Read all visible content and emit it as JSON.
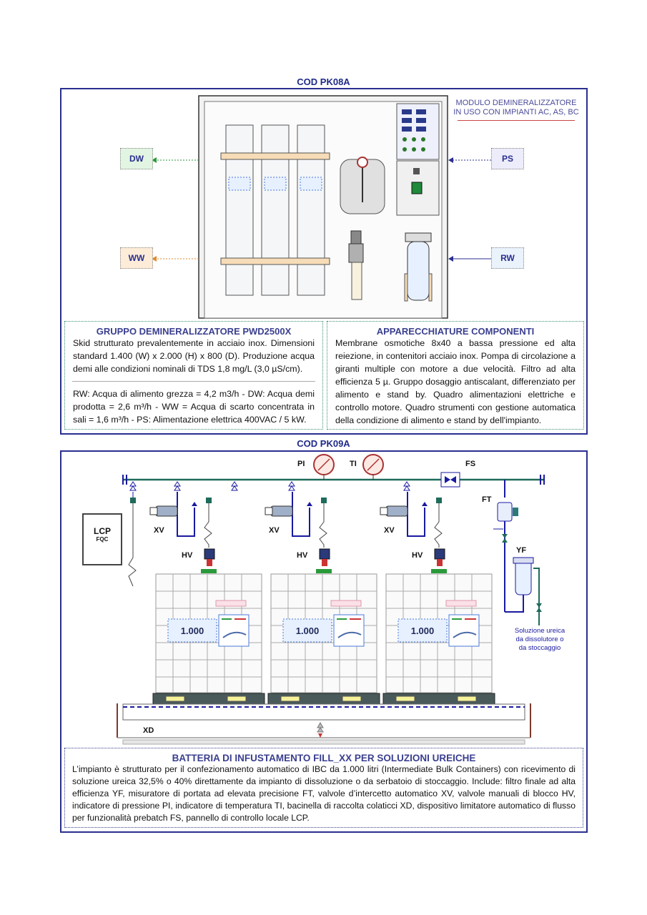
{
  "pk08a": {
    "code": "COD PK08A",
    "note_line1": "MODULO DEMINERALIZZATORE",
    "note_line2": "IN USO CON IMPIANTI AC, AS, BC",
    "streams": {
      "dw": "DW",
      "ww": "WW",
      "ps": "PS",
      "rw": "RW"
    },
    "box_left": {
      "title": "GRUPPO DEMINERALIZZATORE PWD2500X",
      "para1": "Skid strutturato prevalentemente in acciaio inox. Dimensioni standard 1.400 (W) x 2.000 (H) x 800 (D). Produzione acqua demi alle condizioni nominali di TDS 1,8 mg/L (3,0 µS/cm).",
      "para2": "RW: Acqua di alimento grezza = 4,2 m3/h - DW: Acqua demi prodotta = 2,6 m³/h - WW = Acqua di scarto concentrata in sali = 1,6 m³/h - PS: Alimentazione elettrica 400VAC /  5 kW."
    },
    "box_right": {
      "title": "APPARECCHIATURE COMPONENTI",
      "para": "Membrane osmotiche 8x40 a bassa pressione ed alta reiezione, in contenitori acciaio inox. Pompa di circolazione a giranti multiple con motore a due velocità. Filtro ad alta efficienza 5 µ. Gruppo dosaggio antiscalant, differenziato per alimento e stand by. Quadro alimentazioni elettriche e controllo motore. Quadro strumenti con gestione automatica della condizione di alimento e stand by dell'impianto."
    }
  },
  "pk09a": {
    "code": "COD PK09A",
    "instruments": {
      "pi": "PI",
      "ti": "TI",
      "fs": "FS",
      "ft": "FT",
      "yf": "YF",
      "xd": "XD"
    },
    "lcp": "LCP",
    "fqc": "FQC",
    "units": [
      {
        "xv": "XV",
        "hv": "HV",
        "volume": "1.000"
      },
      {
        "xv": "XV",
        "hv": "HV",
        "volume": "1.000"
      },
      {
        "xv": "XV",
        "hv": "HV",
        "volume": "1.000"
      }
    ],
    "source_line1": "Soluzione ureica",
    "source_line2": "da dissolutore o",
    "source_line3": "da stoccaggio",
    "box": {
      "title": "BATTERIA DI INFUSTAMENTO FILL_XX PER SOLUZIONI UREICHE",
      "para": "L’impianto è strutturato per il confezionamento automatico di IBC da 1.000 litri (Intermediate Bulk Containers) con ricevimento di soluzione ureica 32,5% o 40% direttamente da impianto di dissoluzione o da serbatoio di stoccaggio. Include: filtro finale ad alta efficienza YF, misuratore di portata ad elevata precisione FT, valvole d’intercetto automatico XV, valvole manuali di blocco HV, indicatore di pressione PI, indicatore di temperatura TI, bacinella di raccolta colaticci XD, dispositivo limitatore automatico di flusso per funzionalità prebatch FS, pannello di controllo locale LCP."
    }
  },
  "colors": {
    "frame": "#2a2f8f",
    "pipe": "#1a1aa0",
    "header_pipe": "#1e6b5a",
    "arrow_dw": "#2a9a3a",
    "arrow_ww": "#e08a2a"
  }
}
